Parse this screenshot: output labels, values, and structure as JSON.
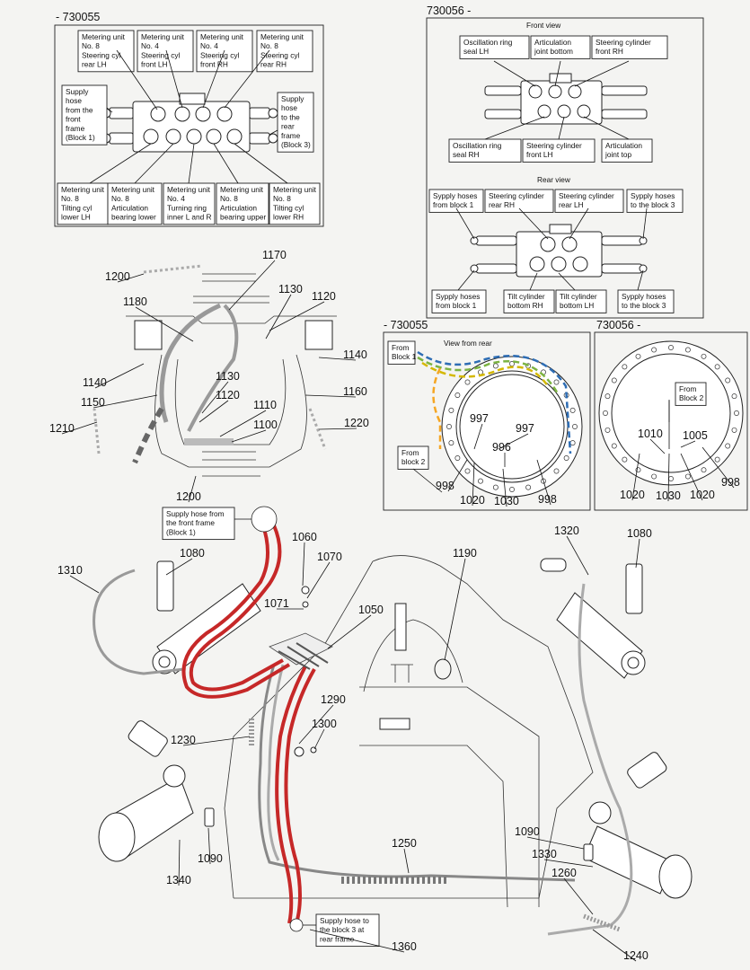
{
  "sections": {
    "top_left_title": "- 730055",
    "top_right_title": "730056 -",
    "front_view": "Front view",
    "rear_view": "Rear view",
    "mid_left_title": "- 730055",
    "mid_right_title": "730056 -",
    "view_from_rear": "View from rear"
  },
  "block_730055_labels": [
    [
      "Metering unit",
      "No. 8",
      "Steering cyl",
      "rear LH"
    ],
    [
      "Metering unit",
      "No. 4",
      "Steering cyl",
      "front LH"
    ],
    [
      "Metering unit",
      "No. 4",
      "Steering cyl",
      "front RH"
    ],
    [
      "Metering unit",
      "No. 8",
      "Steering cyl",
      "rear RH"
    ],
    [
      "Supply",
      "hose",
      "from the",
      "front",
      "frame",
      "(Block 1)"
    ],
    [
      "Supply",
      "hose",
      "to the",
      "rear",
      "frame",
      "(Block 3)"
    ],
    [
      "Metering unit",
      "No. 8",
      "Tilting cyl",
      "lower  LH"
    ],
    [
      "Metering unit",
      "No. 8",
      "Articulation",
      "bearing lower"
    ],
    [
      "Metering unit",
      "No. 4",
      "Turning ring",
      "inner L and R"
    ],
    [
      "Metering unit",
      "No. 8",
      "Articulation",
      "bearing upper"
    ],
    [
      "Metering unit",
      "No. 8",
      "Tilting cyl",
      "lower RH"
    ]
  ],
  "block_730056_front_labels": [
    [
      "Oscillation ring",
      "seal LH"
    ],
    [
      "Articulation",
      "joint bottom"
    ],
    [
      "Steering cylinder",
      "front RH"
    ],
    [
      "Oscillation ring",
      "seal RH"
    ],
    [
      "Steering cylinder",
      "front LH"
    ],
    [
      "Articulation",
      "joint top"
    ]
  ],
  "block_730056_rear_labels": [
    [
      "Sypply hoses",
      "from block 1"
    ],
    [
      "Steering cylinder",
      "rear RH"
    ],
    [
      "Steering cylinder",
      "rear LH"
    ],
    [
      "Sypply hoses",
      "to the block 3"
    ],
    [
      "Sypply hoses",
      "from block 1"
    ],
    [
      "Tilt cylinder",
      "bottom RH"
    ],
    [
      "Tilt cylinder",
      "bottom LH"
    ],
    [
      "Sypply hoses",
      "to the block 3"
    ]
  ],
  "ring_labels": {
    "from_block_1": [
      "From",
      "Block 1"
    ],
    "from_block_2_left": [
      "From",
      "block 2"
    ],
    "from_block_2_right": [
      "From",
      "Block 2"
    ]
  },
  "callouts": {
    "supply_front": [
      "Supply hose from",
      "the front frame",
      "(Block 1)"
    ],
    "supply_rear": [
      "Supply hose to",
      "the block 3 at",
      "rear frame"
    ]
  },
  "part_numbers": [
    "1170",
    "1200",
    "1180",
    "1130",
    "1120",
    "1140",
    "1140",
    "1150",
    "1160",
    "1130",
    "1120",
    "1110",
    "1100",
    "1210",
    "1220",
    "1200",
    "997",
    "997",
    "996",
    "998",
    "1020",
    "1030",
    "998",
    "1010",
    "1005",
    "998",
    "1020",
    "1030",
    "1020",
    "1060",
    "1070",
    "1071",
    "1050",
    "1190",
    "1310",
    "1080",
    "1320",
    "1080",
    "1290",
    "1300",
    "1230",
    "1090",
    "1340",
    "1250",
    "1090",
    "1330",
    "1260",
    "1360",
    "1240"
  ]
}
